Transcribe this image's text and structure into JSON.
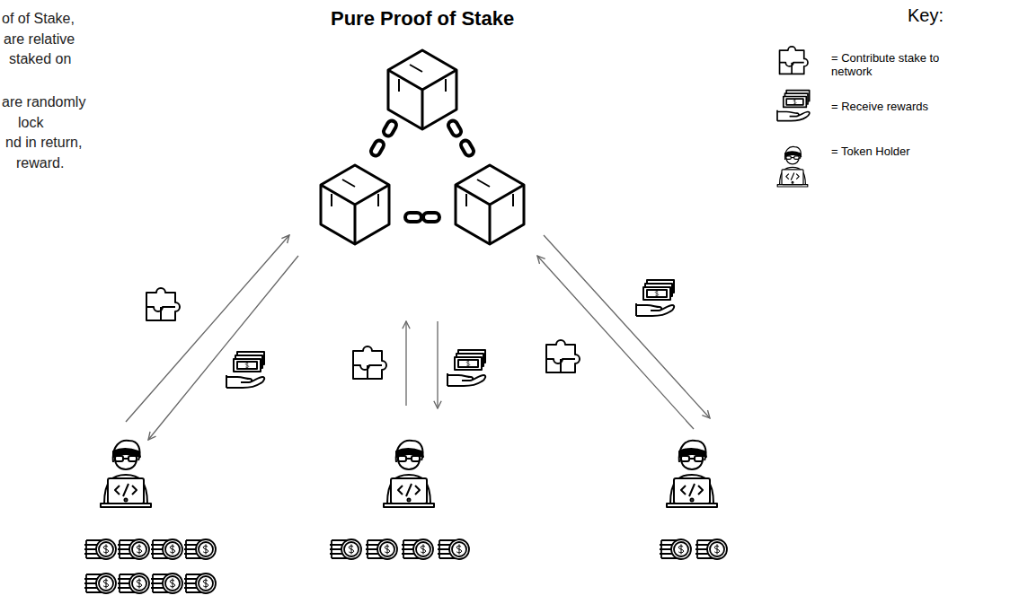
{
  "diagram": {
    "title": "Pure Proof of Stake",
    "labels": [
      "of of Stake,",
      "are relative",
      "staked on",
      "are randomly",
      "lock",
      "nd in return,",
      "reward.",
      "Key:"
    ],
    "legend": [
      {
        "text": "= Contribute stake to network"
      },
      {
        "text": "= Receive rewards"
      },
      {
        "text": "= Token Holder"
      }
    ]
  }
}
